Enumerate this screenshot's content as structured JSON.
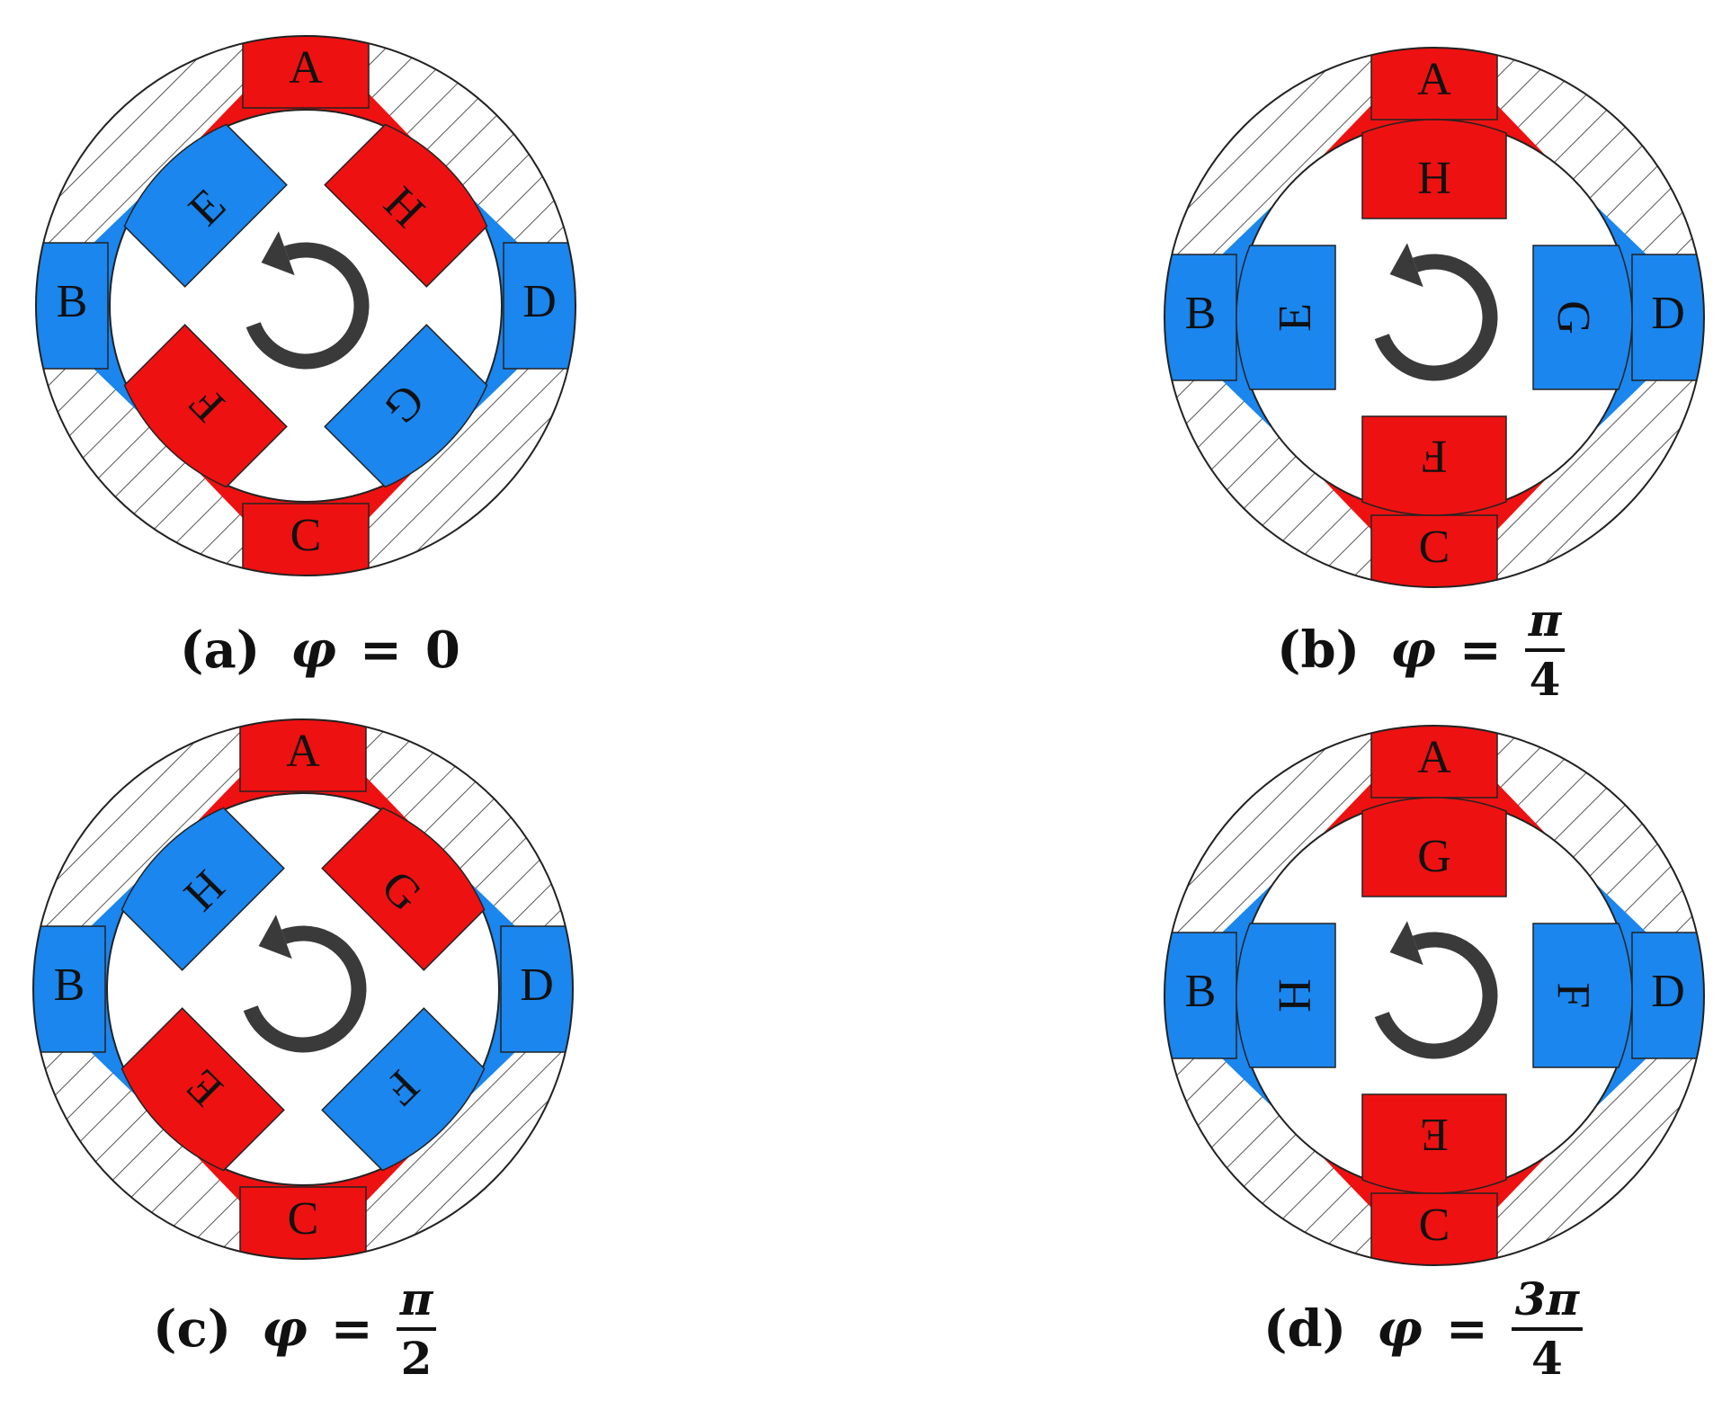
{
  "colors": {
    "red": "#ee1111",
    "blue": "#1a86ee",
    "arrow": "#3a3a3a",
    "hatch": "#555555"
  },
  "panels": [
    {
      "id": "a",
      "caption": {
        "label": "(a)",
        "symbol": "φ",
        "eq": "=",
        "value": "0"
      },
      "stator": [
        {
          "label": "A",
          "angle": 0,
          "color": "red"
        },
        {
          "label": "D",
          "angle": 90,
          "color": "blue"
        },
        {
          "label": "C",
          "angle": 180,
          "color": "red"
        },
        {
          "label": "B",
          "angle": 270,
          "color": "blue"
        }
      ],
      "rotor": [
        {
          "label": "H",
          "angle": 45,
          "color": "red"
        },
        {
          "label": "G",
          "angle": 135,
          "color": "blue"
        },
        {
          "label": "F",
          "angle": 225,
          "color": "red"
        },
        {
          "label": "E",
          "angle": 315,
          "color": "blue"
        }
      ]
    },
    {
      "id": "b",
      "caption": {
        "label": "(b)",
        "symbol": "φ",
        "eq": "=",
        "num": "π",
        "den": "4"
      },
      "stator": [
        {
          "label": "A",
          "angle": 0,
          "color": "red"
        },
        {
          "label": "D",
          "angle": 90,
          "color": "blue"
        },
        {
          "label": "C",
          "angle": 180,
          "color": "red"
        },
        {
          "label": "B",
          "angle": 270,
          "color": "blue"
        }
      ],
      "rotor": [
        {
          "label": "H",
          "angle": 0,
          "color": "red"
        },
        {
          "label": "G",
          "angle": 90,
          "color": "blue"
        },
        {
          "label": "F",
          "angle": 180,
          "color": "red"
        },
        {
          "label": "E",
          "angle": 270,
          "color": "blue"
        }
      ]
    },
    {
      "id": "c",
      "caption": {
        "label": "(c)",
        "symbol": "φ",
        "eq": "=",
        "num": "π",
        "den": "2"
      },
      "stator": [
        {
          "label": "A",
          "angle": 0,
          "color": "red"
        },
        {
          "label": "D",
          "angle": 90,
          "color": "blue"
        },
        {
          "label": "C",
          "angle": 180,
          "color": "red"
        },
        {
          "label": "B",
          "angle": 270,
          "color": "blue"
        }
      ],
      "rotor": [
        {
          "label": "G",
          "angle": 45,
          "color": "red"
        },
        {
          "label": "F",
          "angle": 135,
          "color": "blue"
        },
        {
          "label": "E",
          "angle": 225,
          "color": "red"
        },
        {
          "label": "H",
          "angle": 315,
          "color": "blue"
        }
      ]
    },
    {
      "id": "d",
      "caption": {
        "label": "(d)",
        "symbol": "φ",
        "eq": "=",
        "num": "3π",
        "den": "4"
      },
      "stator": [
        {
          "label": "A",
          "angle": 0,
          "color": "red"
        },
        {
          "label": "D",
          "angle": 90,
          "color": "blue"
        },
        {
          "label": "C",
          "angle": 180,
          "color": "red"
        },
        {
          "label": "B",
          "angle": 270,
          "color": "blue"
        }
      ],
      "rotor": [
        {
          "label": "G",
          "angle": 0,
          "color": "red"
        },
        {
          "label": "F",
          "angle": 90,
          "color": "blue"
        },
        {
          "label": "E",
          "angle": 180,
          "color": "red"
        },
        {
          "label": "H",
          "angle": 270,
          "color": "blue"
        }
      ]
    }
  ]
}
